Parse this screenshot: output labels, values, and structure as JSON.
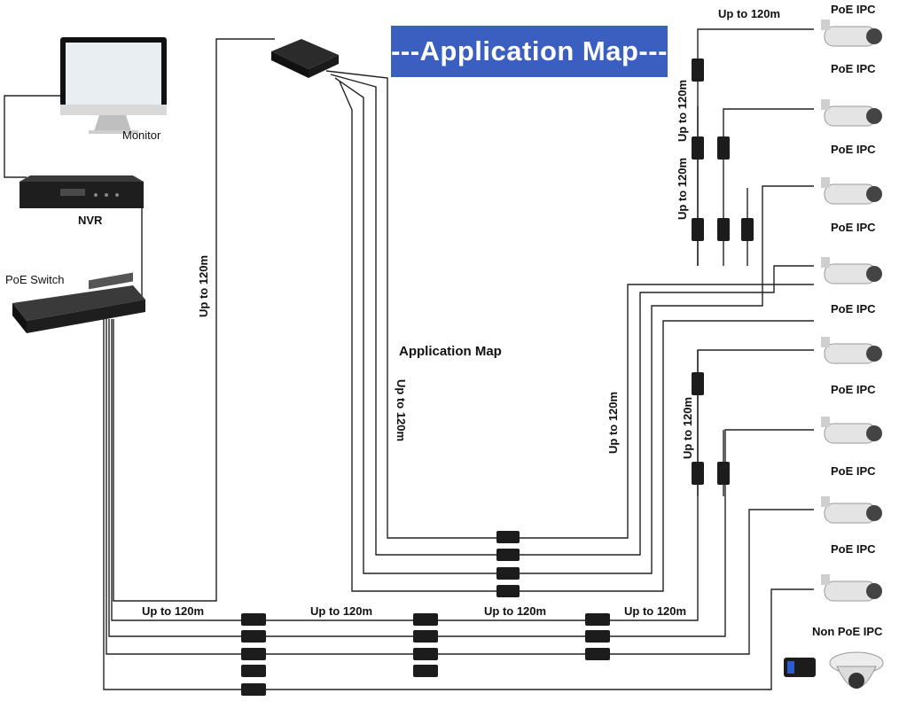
{
  "banner_title": "---Application Map---",
  "subtitle": "Application Map",
  "devices": {
    "monitor": "Monitor",
    "nvr": "NVR",
    "poe_switch": "PoE Switch",
    "camera_label": "PoE IPC",
    "non_poe_camera_label": "Non PoE IPC"
  },
  "distance_label": "Up to 120m",
  "camera_count": 8,
  "colors": {
    "banner": "#3b5fc0",
    "cable": "#222222",
    "device": "#1e1e1e"
  }
}
